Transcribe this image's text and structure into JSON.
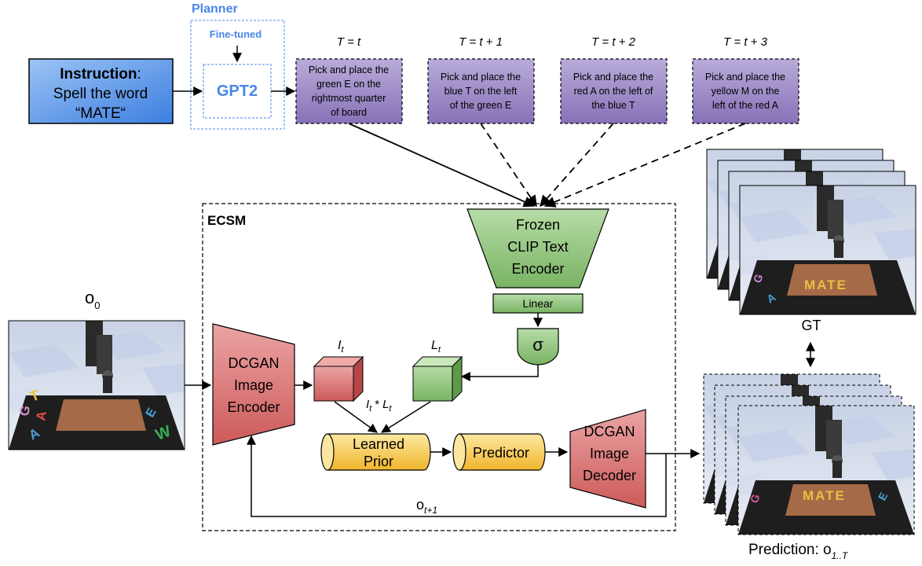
{
  "planner": {
    "title": "Planner",
    "finetuned": "Fine-tuned",
    "model": "GPT2"
  },
  "instruction": {
    "prefix": "Instruction",
    "suffix": ":",
    "line2": "Spell the word",
    "line3": "“MATE“"
  },
  "steps": [
    {
      "label": "T = t",
      "lines": [
        "Pick and place the",
        "green E on the",
        "rightmost quarter",
        "of board"
      ]
    },
    {
      "label": "T = t + 1",
      "lines": [
        "Pick and place the",
        "blue T on the left",
        "of the green E"
      ]
    },
    {
      "label": "T = t + 2",
      "lines": [
        "Pick and place the",
        "red A on the left of",
        "the blue T"
      ]
    },
    {
      "label": "T = t + 3",
      "lines": [
        "Pick and place the",
        "yellow M on the",
        "left of the red A"
      ]
    }
  ],
  "ecsm": {
    "title": "ECSM",
    "clip_lines": [
      "Frozen",
      "CLIP Text",
      "Encoder"
    ],
    "linear": "Linear",
    "sigma": "σ",
    "encoder_lines": [
      "DCGAN",
      "Image",
      "Encoder"
    ],
    "decoder_lines": [
      "DCGAN",
      "Image",
      "Decoder"
    ],
    "learned_prior_lines": [
      "Learned",
      "Prior"
    ],
    "predictor": "Predictor",
    "it_label": "I",
    "it_sub": "t",
    "lt_label": "L",
    "lt_sub": "t",
    "product_a": "I",
    "product_a_sub": "t",
    "product_op": "*",
    "product_b": "L",
    "product_b_sub": "t",
    "feedback": "o",
    "feedback_sub": "t+1"
  },
  "images": {
    "o0": "o",
    "o0_sub": "0",
    "gt": "GT",
    "prediction": "Prediction: o",
    "prediction_sub": "1..T",
    "board_text": "MATE"
  },
  "colors": {
    "instruction_blue": "#4a8be0",
    "planner_blue": "#4a86e8",
    "step_purple": "#9a87c6",
    "clip_green": "#8fc27a",
    "dcgan_red": "#d86a6a",
    "prior_yellow": "#f3c54a"
  }
}
